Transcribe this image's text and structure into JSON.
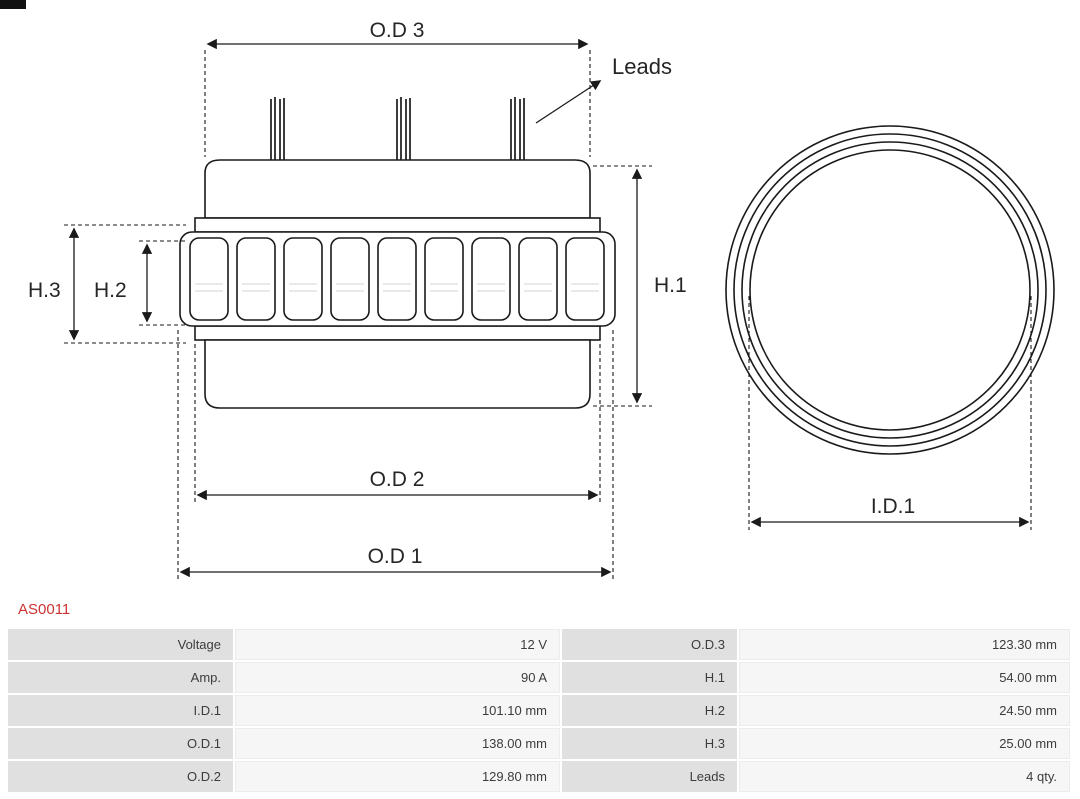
{
  "part_number": "AS0011",
  "diagram": {
    "labels": {
      "od3": "O.D 3",
      "leads": "Leads",
      "h1": "H.1",
      "h2": "H.2",
      "h3": "H.3",
      "od2": "O.D 2",
      "od1": "O.D 1",
      "id1": "I.D.1"
    }
  },
  "table": {
    "rows": [
      {
        "label_left": "Voltage",
        "value_left": "12 V",
        "label_right": "O.D.3",
        "value_right": "123.30 mm"
      },
      {
        "label_left": "Amp.",
        "value_left": "90 A",
        "label_right": "H.1",
        "value_right": "54.00 mm"
      },
      {
        "label_left": "I.D.1",
        "value_left": "101.10 mm",
        "label_right": "H.2",
        "value_right": "24.50 mm"
      },
      {
        "label_left": "O.D.1",
        "value_left": "138.00 mm",
        "label_right": "H.3",
        "value_right": "25.00 mm"
      },
      {
        "label_left": "O.D.2",
        "value_left": "129.80 mm",
        "label_right": "Leads",
        "value_right": "4 qty."
      }
    ]
  },
  "colors": {
    "line": "#1a1a1a",
    "part_number": "#cc3333",
    "label_cell_bg": "#e0e0e0",
    "value_cell_bg": "#f6f6f6",
    "cell_text": "#3c3c3c"
  }
}
